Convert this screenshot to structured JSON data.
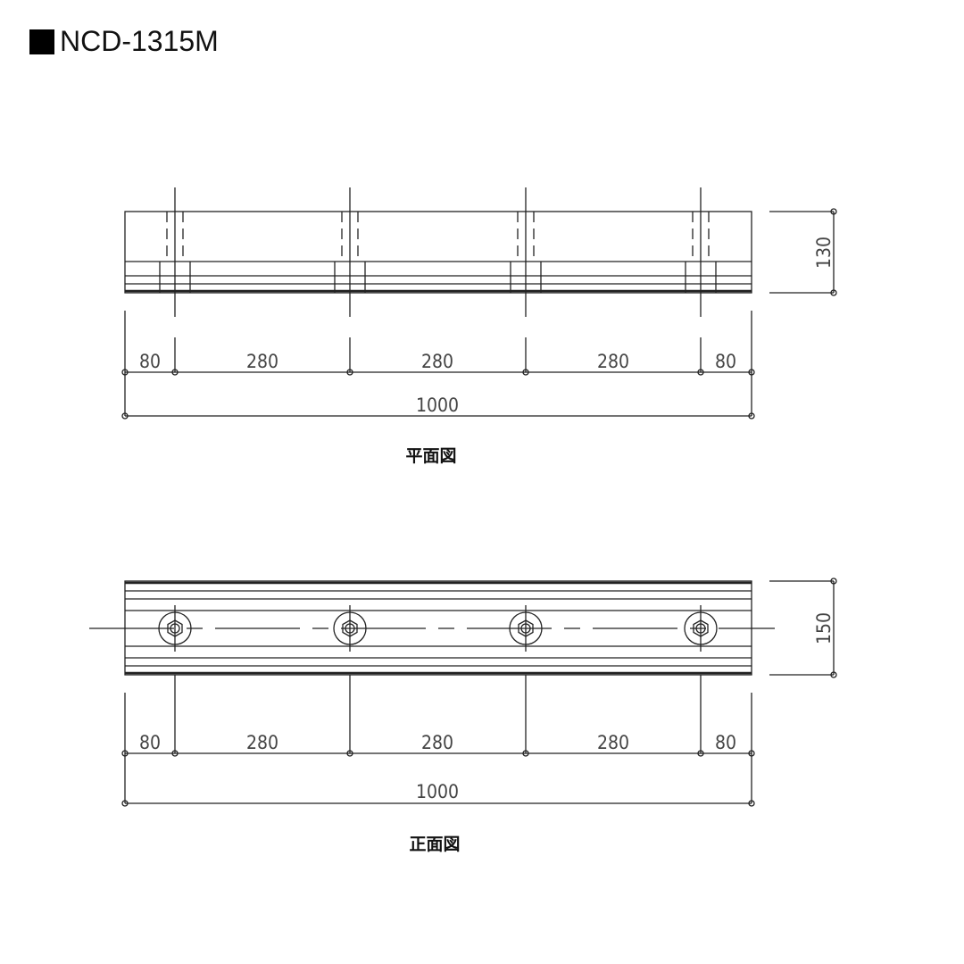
{
  "title": {
    "model": "NCD-1315M"
  },
  "plan_view": {
    "caption": "平面図",
    "height_dim": "130",
    "spacing_dims": [
      "80",
      "280",
      "280",
      "280",
      "80"
    ],
    "total_dim": "1000"
  },
  "front_view": {
    "caption": "正面図",
    "height_dim": "150",
    "spacing_dims": [
      "80",
      "280",
      "280",
      "280",
      "80"
    ],
    "total_dim": "1000"
  },
  "colors": {
    "line": "#222222",
    "text": "#444444"
  }
}
